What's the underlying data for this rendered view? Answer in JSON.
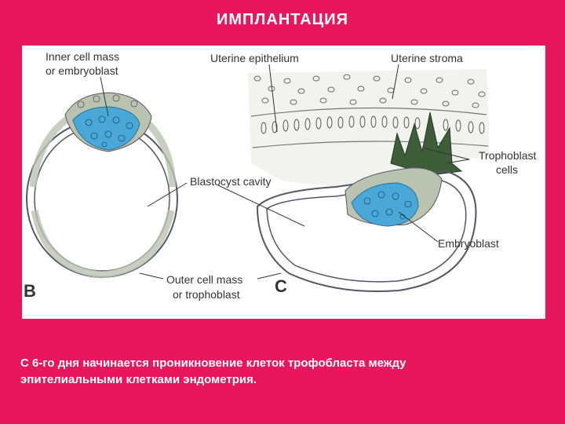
{
  "title": "ИМПЛАНТАЦИЯ",
  "figure": {
    "labels": {
      "inner_cell_mass_1": "Inner cell mass",
      "inner_cell_mass_2": "or embryoblast",
      "uterine_epithelium": "Uterine epithelium",
      "uterine_stroma": "Uterine stroma",
      "trophoblast_cells_1": "Trophoblast",
      "trophoblast_cells_2": "cells",
      "blastocyst_cavity": "Blastocyst cavity",
      "embryoblast": "Embryoblast",
      "outer_cell_mass_1": "Outer cell mass",
      "outer_cell_mass_2": "or trophoblast"
    },
    "panel_b": "B",
    "panel_c": "C"
  },
  "caption_line1": "С 6-го дня начинается проникновение клеток трофобласта между",
  "caption_line2": "эпителиальными клетками эндометрия.",
  "colors": {
    "background": "#E8175D",
    "embryoblast_blue": "#4AA8D8",
    "trophoblast_gray": "#B9C3B0",
    "invading_dark": "#3E5E3A"
  }
}
